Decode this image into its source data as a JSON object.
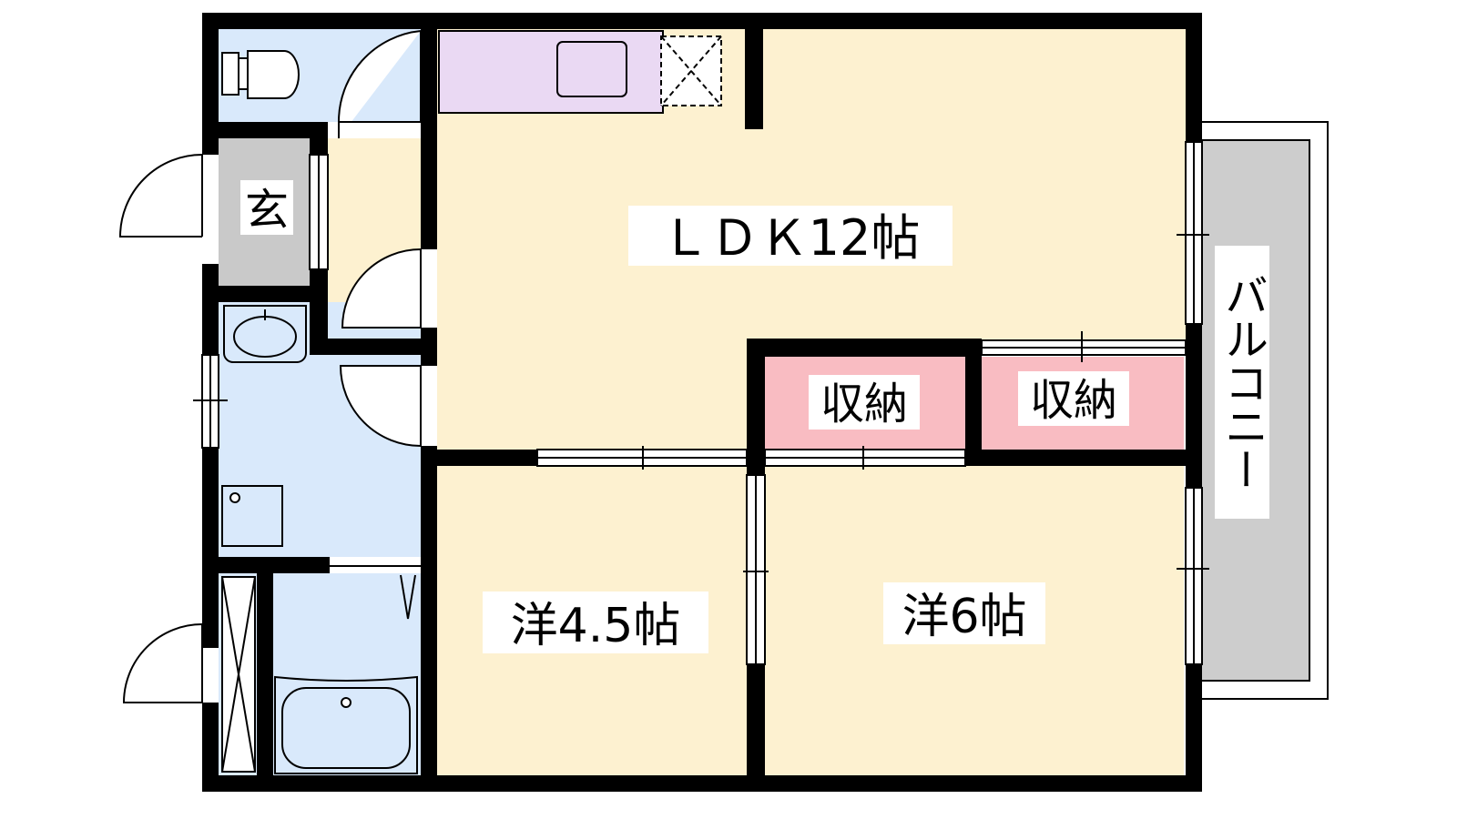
{
  "rooms": {
    "ldk": "ＬＤＫ12帖",
    "western_a": "洋4.5帖",
    "western_b": "洋6帖",
    "storage_a": "収納",
    "storage_b": "収納",
    "entrance": "玄",
    "balcony": "バルコニー"
  },
  "colors": {
    "living": "#fdf1d0",
    "wet_area": "#d9e9fb",
    "storage": "#f9bcc2",
    "kitchen": "#ead9f3",
    "entrance": "#c9c9c9",
    "balcony": "#cdcdcd",
    "wall": "#000000"
  }
}
